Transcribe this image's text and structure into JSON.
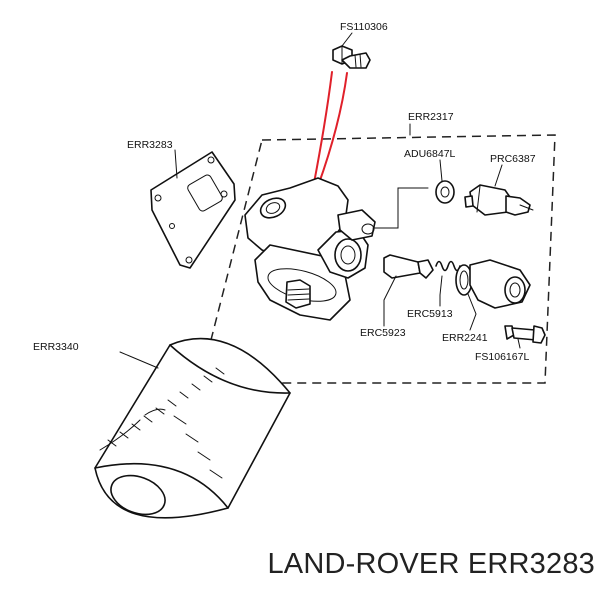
{
  "labels": {
    "fs110306": "FS110306",
    "err2317": "ERR2317",
    "err3283": "ERR3283",
    "adu6847l": "ADU6847L",
    "prc6387": "PRC6387",
    "err3340": "ERR3340",
    "erc5913": "ERC5913",
    "erc5923": "ERC5923",
    "err2241": "ERR2241",
    "fs106167l": "FS106167L"
  },
  "caption": "LAND-ROVER ERR3283",
  "colors": {
    "highlight": "#e0202a",
    "lines": "#111111",
    "background": "#ffffff"
  }
}
